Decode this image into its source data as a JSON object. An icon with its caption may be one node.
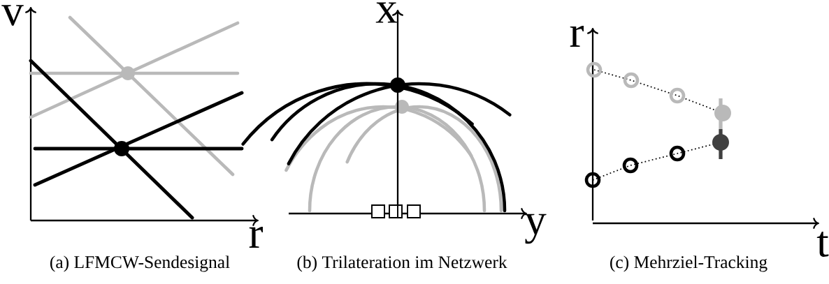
{
  "diagram": {
    "labels": [
      "v",
      "r",
      "(a) LFMCW-Sendesignal",
      "x",
      "y",
      "(b) Trilateration im Netzwerk",
      "r",
      "t",
      "(c) Mehrziel-Tracking"
    ]
  }
}
